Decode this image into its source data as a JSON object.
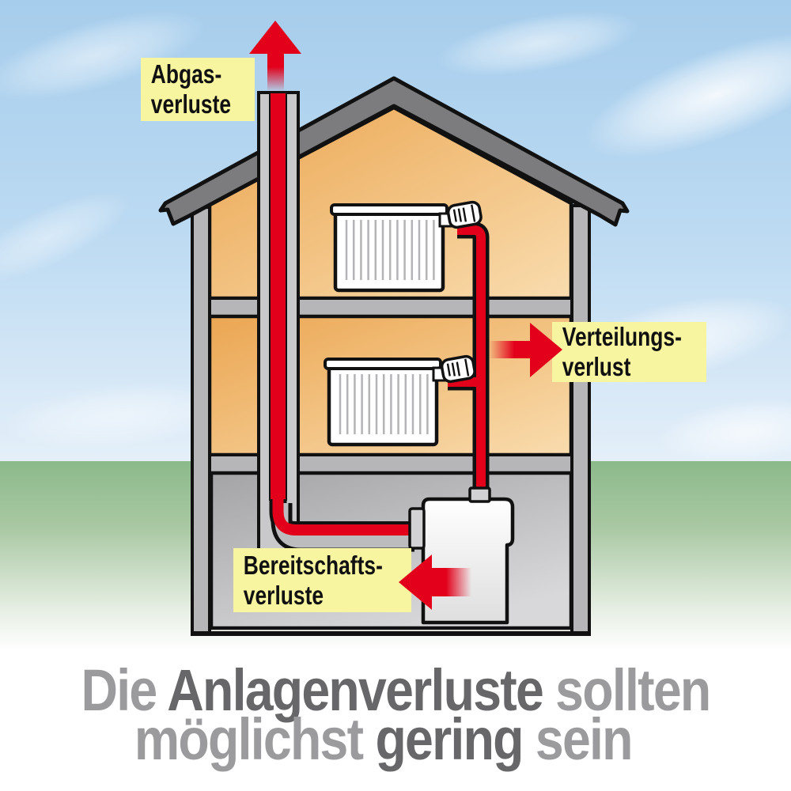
{
  "labels": {
    "abgas": {
      "line1": "Abgas-",
      "line2": "verluste"
    },
    "verteilung": {
      "line1": "Verteilungs-",
      "line2": "verlust"
    },
    "bereitschaft": {
      "line1": "Bereitschafts-",
      "line2": "verluste"
    }
  },
  "caption": {
    "line1_pre": "Die ",
    "line1_em": "Anlagenverluste",
    "line1_post": " sollten",
    "line2_pre": "möglichst ",
    "line2_em": "gering",
    "line2_post": " sein"
  },
  "icons": {
    "flue_gas_arrow": "up-arrow",
    "distribution_arrow": "right-arrow",
    "standby_arrow": "left-arrow"
  },
  "colors": {
    "arrow_red": "#e2001a",
    "label_bg": "#f8f5a1",
    "caption_light": "#9b9b9d",
    "caption_dark": "#67676a",
    "roof_gray": "#7c7c7e",
    "wall_gray": "#b6b6b8",
    "chimney_gray": "#c9c9cb",
    "room_orange": "#f3c07c",
    "sky_blue": "#aed2ee",
    "ground_green": "#8cba8b"
  }
}
